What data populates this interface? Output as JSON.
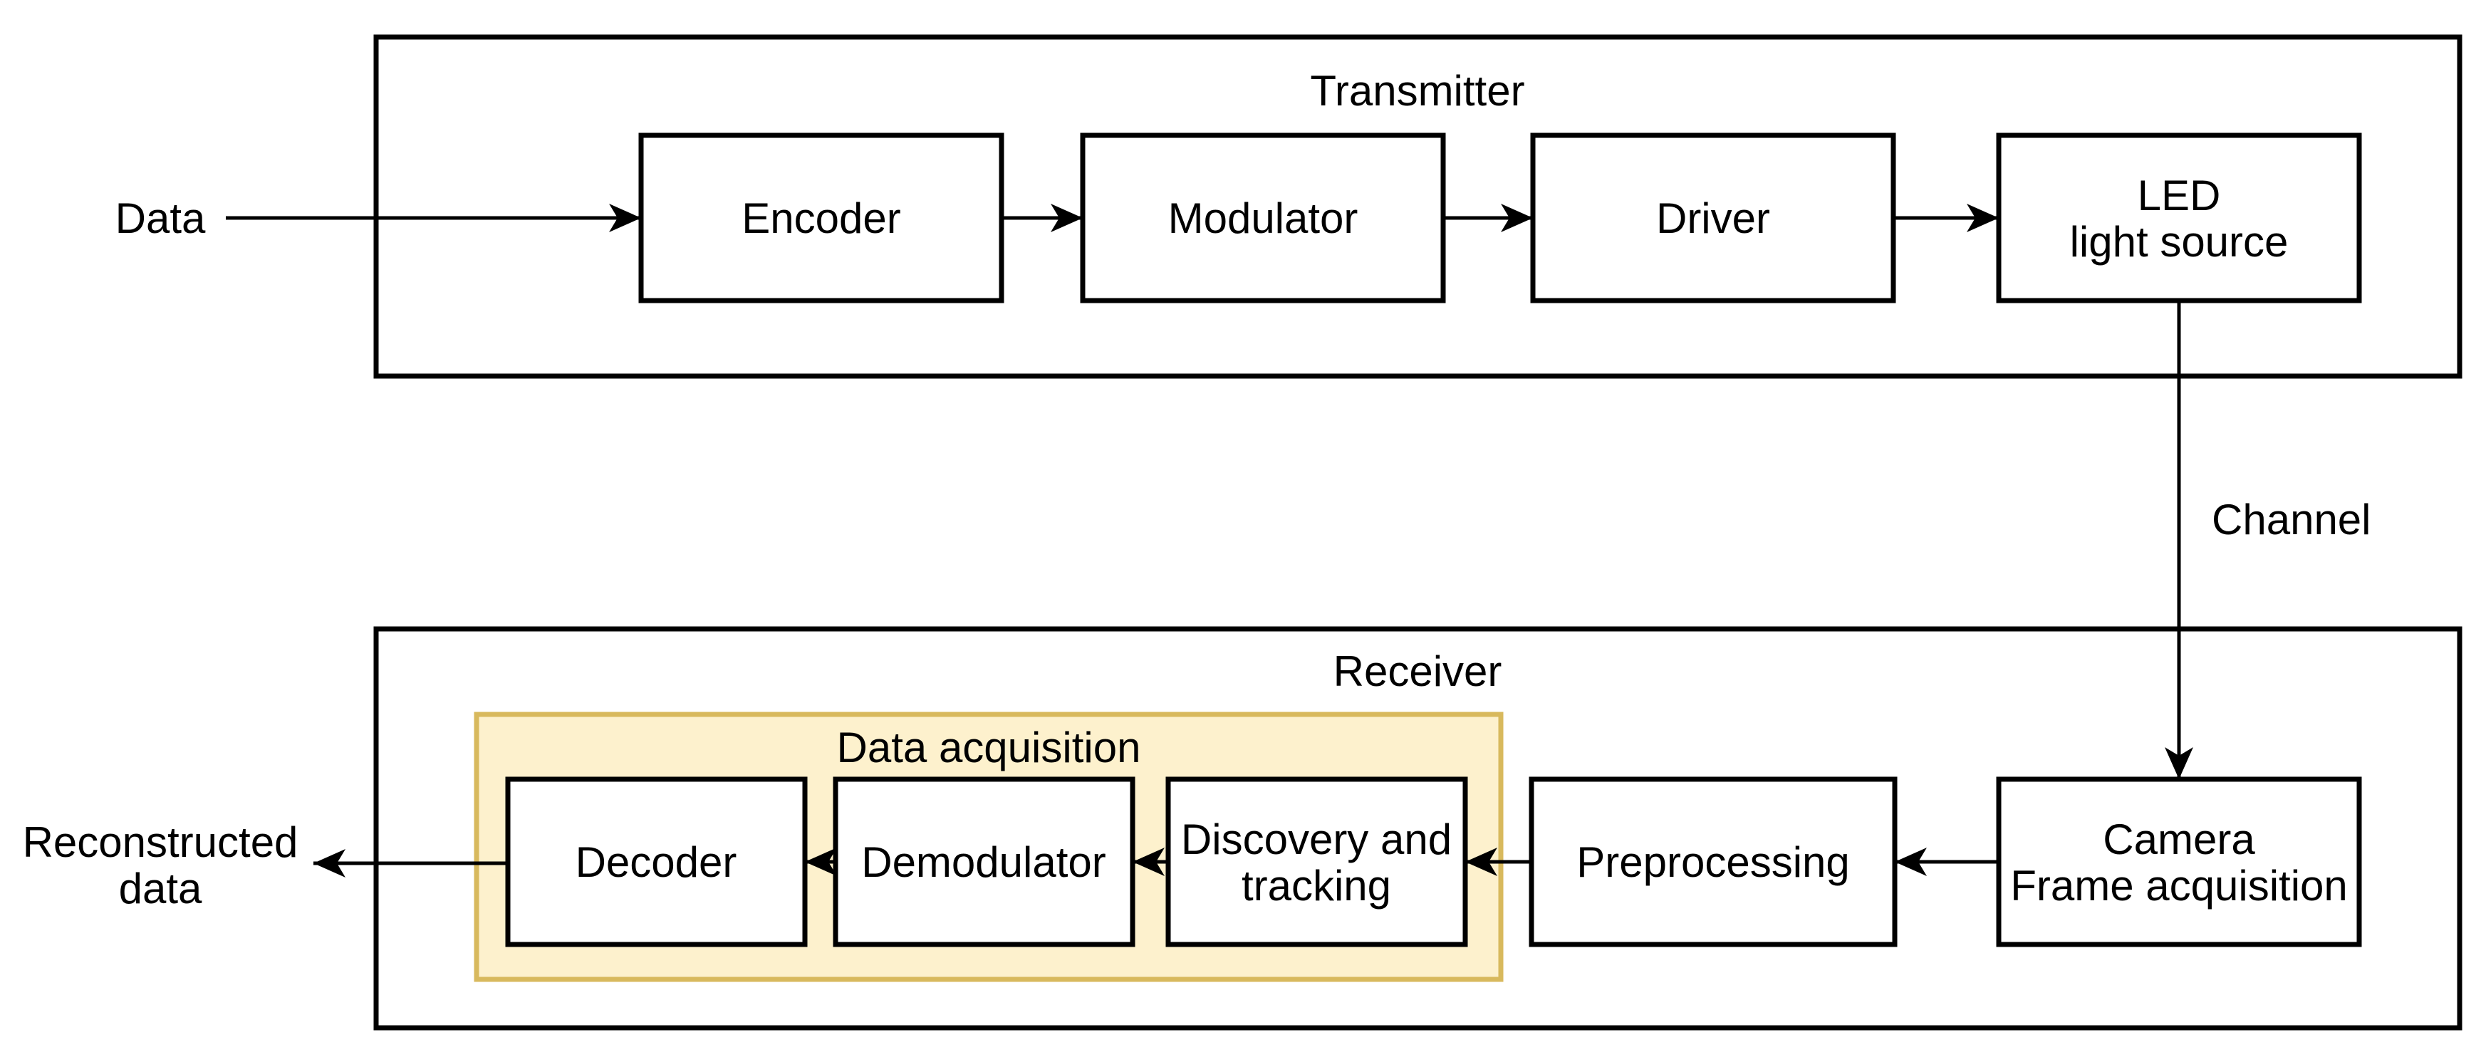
{
  "colors": {
    "background": "#ffffff",
    "box_fill": "#ffffff",
    "box_stroke": "#000000",
    "highlight_fill": "#fdf1cd",
    "highlight_stroke": "#d8b95d",
    "text": "#000000"
  },
  "labels": {
    "data_input": "Data",
    "channel": "Channel",
    "reconstructed_line1": "Reconstructed",
    "reconstructed_line2": "data"
  },
  "transmitter": {
    "title": "Transmitter",
    "blocks": {
      "encoder": {
        "label": "Encoder"
      },
      "modulator": {
        "label": "Modulator"
      },
      "driver": {
        "label": "Driver"
      },
      "led": {
        "line1": "LED",
        "line2": "light source"
      }
    }
  },
  "receiver": {
    "title": "Receiver",
    "data_acquisition": {
      "title": "Data acquisition",
      "blocks": {
        "decoder": {
          "label": "Decoder"
        },
        "demodulator": {
          "label": "Demodulator"
        },
        "discovery": {
          "line1": "Discovery and",
          "line2": "tracking"
        }
      }
    },
    "blocks": {
      "preprocessing": {
        "label": "Preprocessing"
      },
      "camera": {
        "line1": "Camera",
        "line2": "Frame acquisition"
      }
    }
  }
}
